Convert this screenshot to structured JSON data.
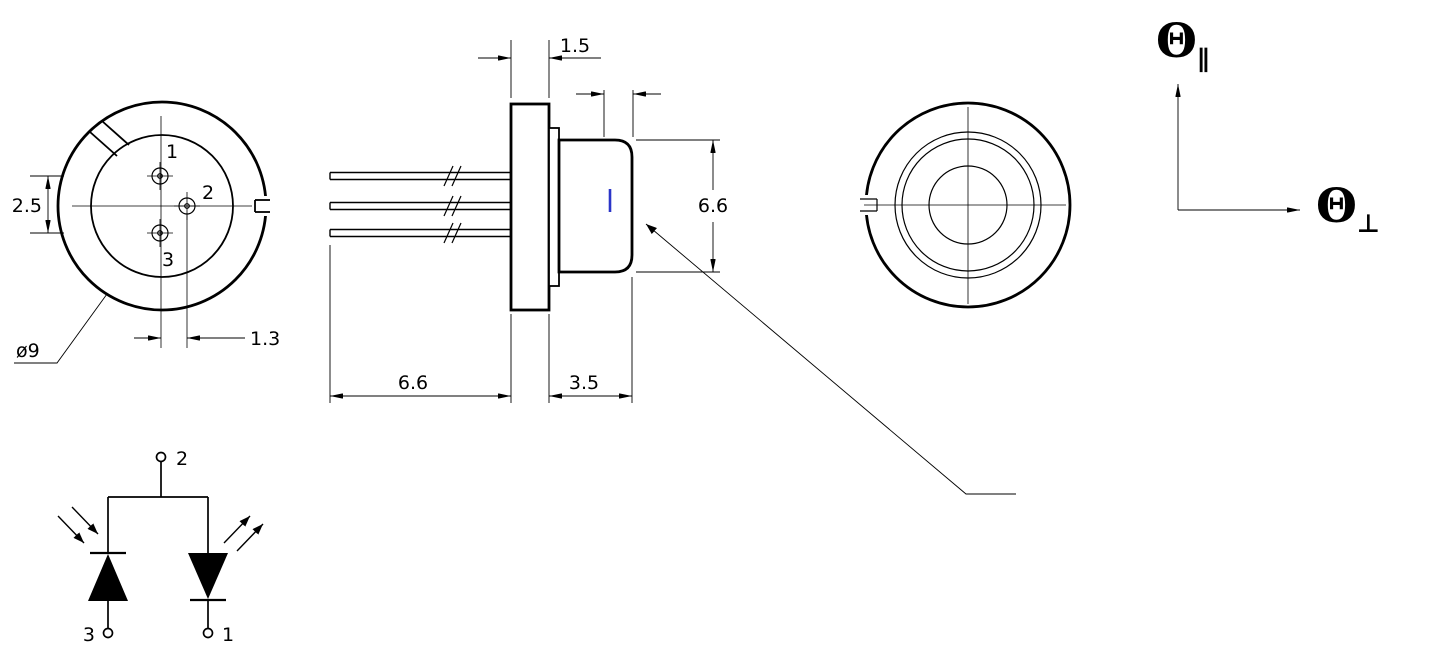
{
  "front_view": {
    "pins": [
      {
        "label": "1"
      },
      {
        "label": "2"
      },
      {
        "label": "3"
      }
    ],
    "dims": {
      "pin_vertical_spacing": "2.5",
      "pin_horizontal_offset": "1.3",
      "body_diameter": "ø9"
    }
  },
  "side_view": {
    "dims": {
      "flange_thickness": "1.5",
      "cap_diameter": "6.6",
      "lead_length": "6.6",
      "cap_length": "3.5"
    }
  },
  "schematic": {
    "top_pin": "2",
    "left_pin": "3",
    "right_pin": "1"
  },
  "axes": {
    "vertical": {
      "symbol": "Θ",
      "subscript": "∥"
    },
    "horizontal": {
      "symbol": "Θ",
      "subscript": "⊥"
    }
  },
  "colors": {
    "line": "#000000",
    "emission_mark": "#2a35c8"
  }
}
